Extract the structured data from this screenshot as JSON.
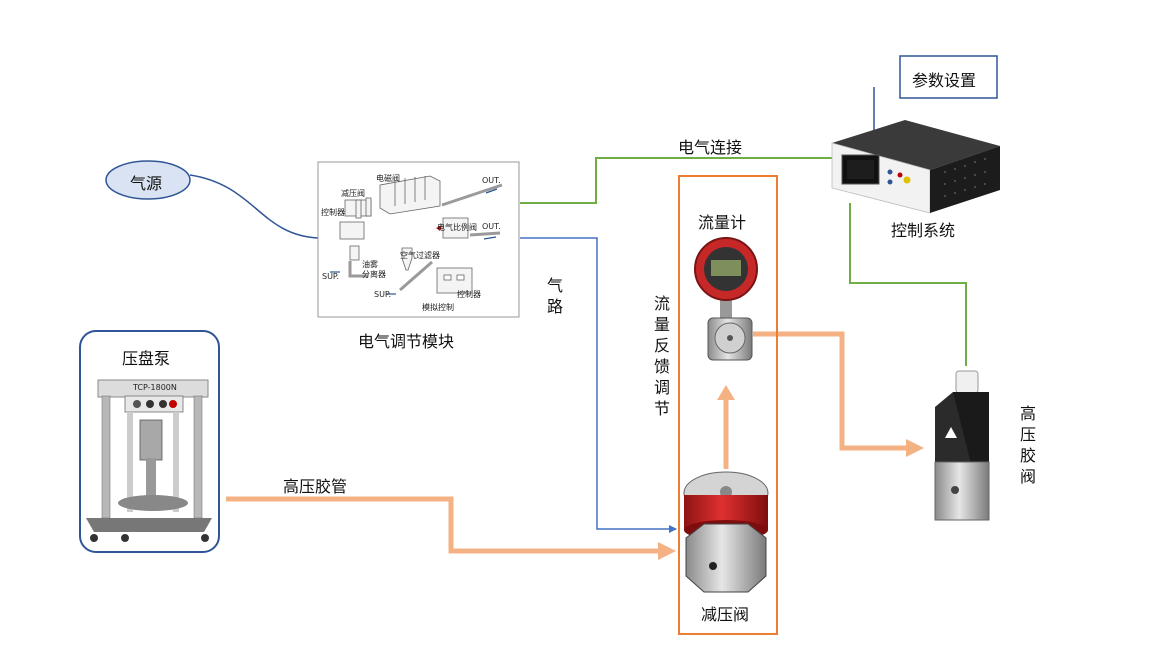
{
  "labels": {
    "air_source": "气源",
    "electric_connection": "电气连接",
    "param_settings": "参数设置",
    "control_system": "控制系统",
    "electro_module": "电气调节模块",
    "air_path": "气路",
    "flow_meter": "流量计",
    "flow_feedback": "流量反馈调节",
    "pressure_pump": "压盘泵",
    "high_pressure_hose": "高压胶管",
    "high_pressure_valve": "高压胶阀",
    "pressure_reducing_valve": "减压阀"
  },
  "module_diagram": {
    "solenoid_valve": "电磁阀",
    "reducing_valve": "减压阀",
    "controller_1": "控制器",
    "out_1": "OUT.",
    "out_2": "OUT.",
    "proportional_valve": "电气比例阀",
    "air_filter": "空气过滤器",
    "sup_1": "SUP.",
    "oil_mist": "油雾",
    "separator": "分离器",
    "sup_2": "SUP.",
    "controller_2": "控制器",
    "analog_control": "模拟控制"
  },
  "pump_plate": "TCP-1800N",
  "colors": {
    "electric_line": "#70ad47",
    "air_line": "#4472c4",
    "hose": "#f4b183",
    "frame_orange": "#ed7d31",
    "pump_border": "#2f5597",
    "ellipse_fill": "#dae3f3"
  }
}
